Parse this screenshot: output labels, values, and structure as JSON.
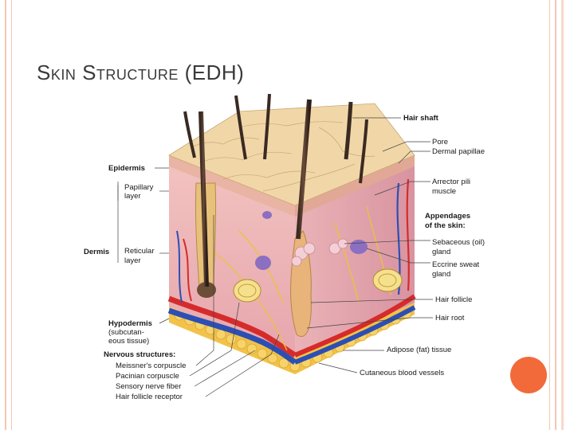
{
  "slide": {
    "title": "Skin Structure (EDH)",
    "accent_color": "#f26a3a",
    "frame_color": "#f4c7b3"
  },
  "diagram": {
    "left_labels": {
      "epidermis": "Epidermis",
      "papillary_layer_1": "Papillary",
      "papillary_layer_2": "layer",
      "dermis": "Dermis",
      "reticular_layer_1": "Reticular",
      "reticular_layer_2": "layer",
      "hypodermis": "Hypodermis",
      "hypodermis_sub_1": "(subcutan-",
      "hypodermis_sub_2": "eous tissue)",
      "nervous_structures": "Nervous structures:",
      "meissners": "Meissner's corpuscle",
      "pacinian": "Pacinian corpuscle",
      "sensory_nerve": "Sensory nerve fiber",
      "hair_follicle_receptor": "Hair follicle receptor"
    },
    "right_labels": {
      "hair_shaft": "Hair shaft",
      "pore": "Pore",
      "dermal_papillae": "Dermal papillae",
      "arrector_pili_1": "Arrector pili",
      "arrector_pili_2": "muscle",
      "appendages_1": "Appendages",
      "appendages_2": "of the skin:",
      "sebaceous_1": "Sebaceous (oil)",
      "sebaceous_2": "gland",
      "eccrine_1": "Eccrine sweat",
      "eccrine_2": "gland",
      "hair_follicle": "Hair follicle",
      "hair_root": "Hair root",
      "adipose": "Adipose (fat) tissue",
      "cutaneous_vessels": "Cutaneous blood vessels"
    }
  }
}
